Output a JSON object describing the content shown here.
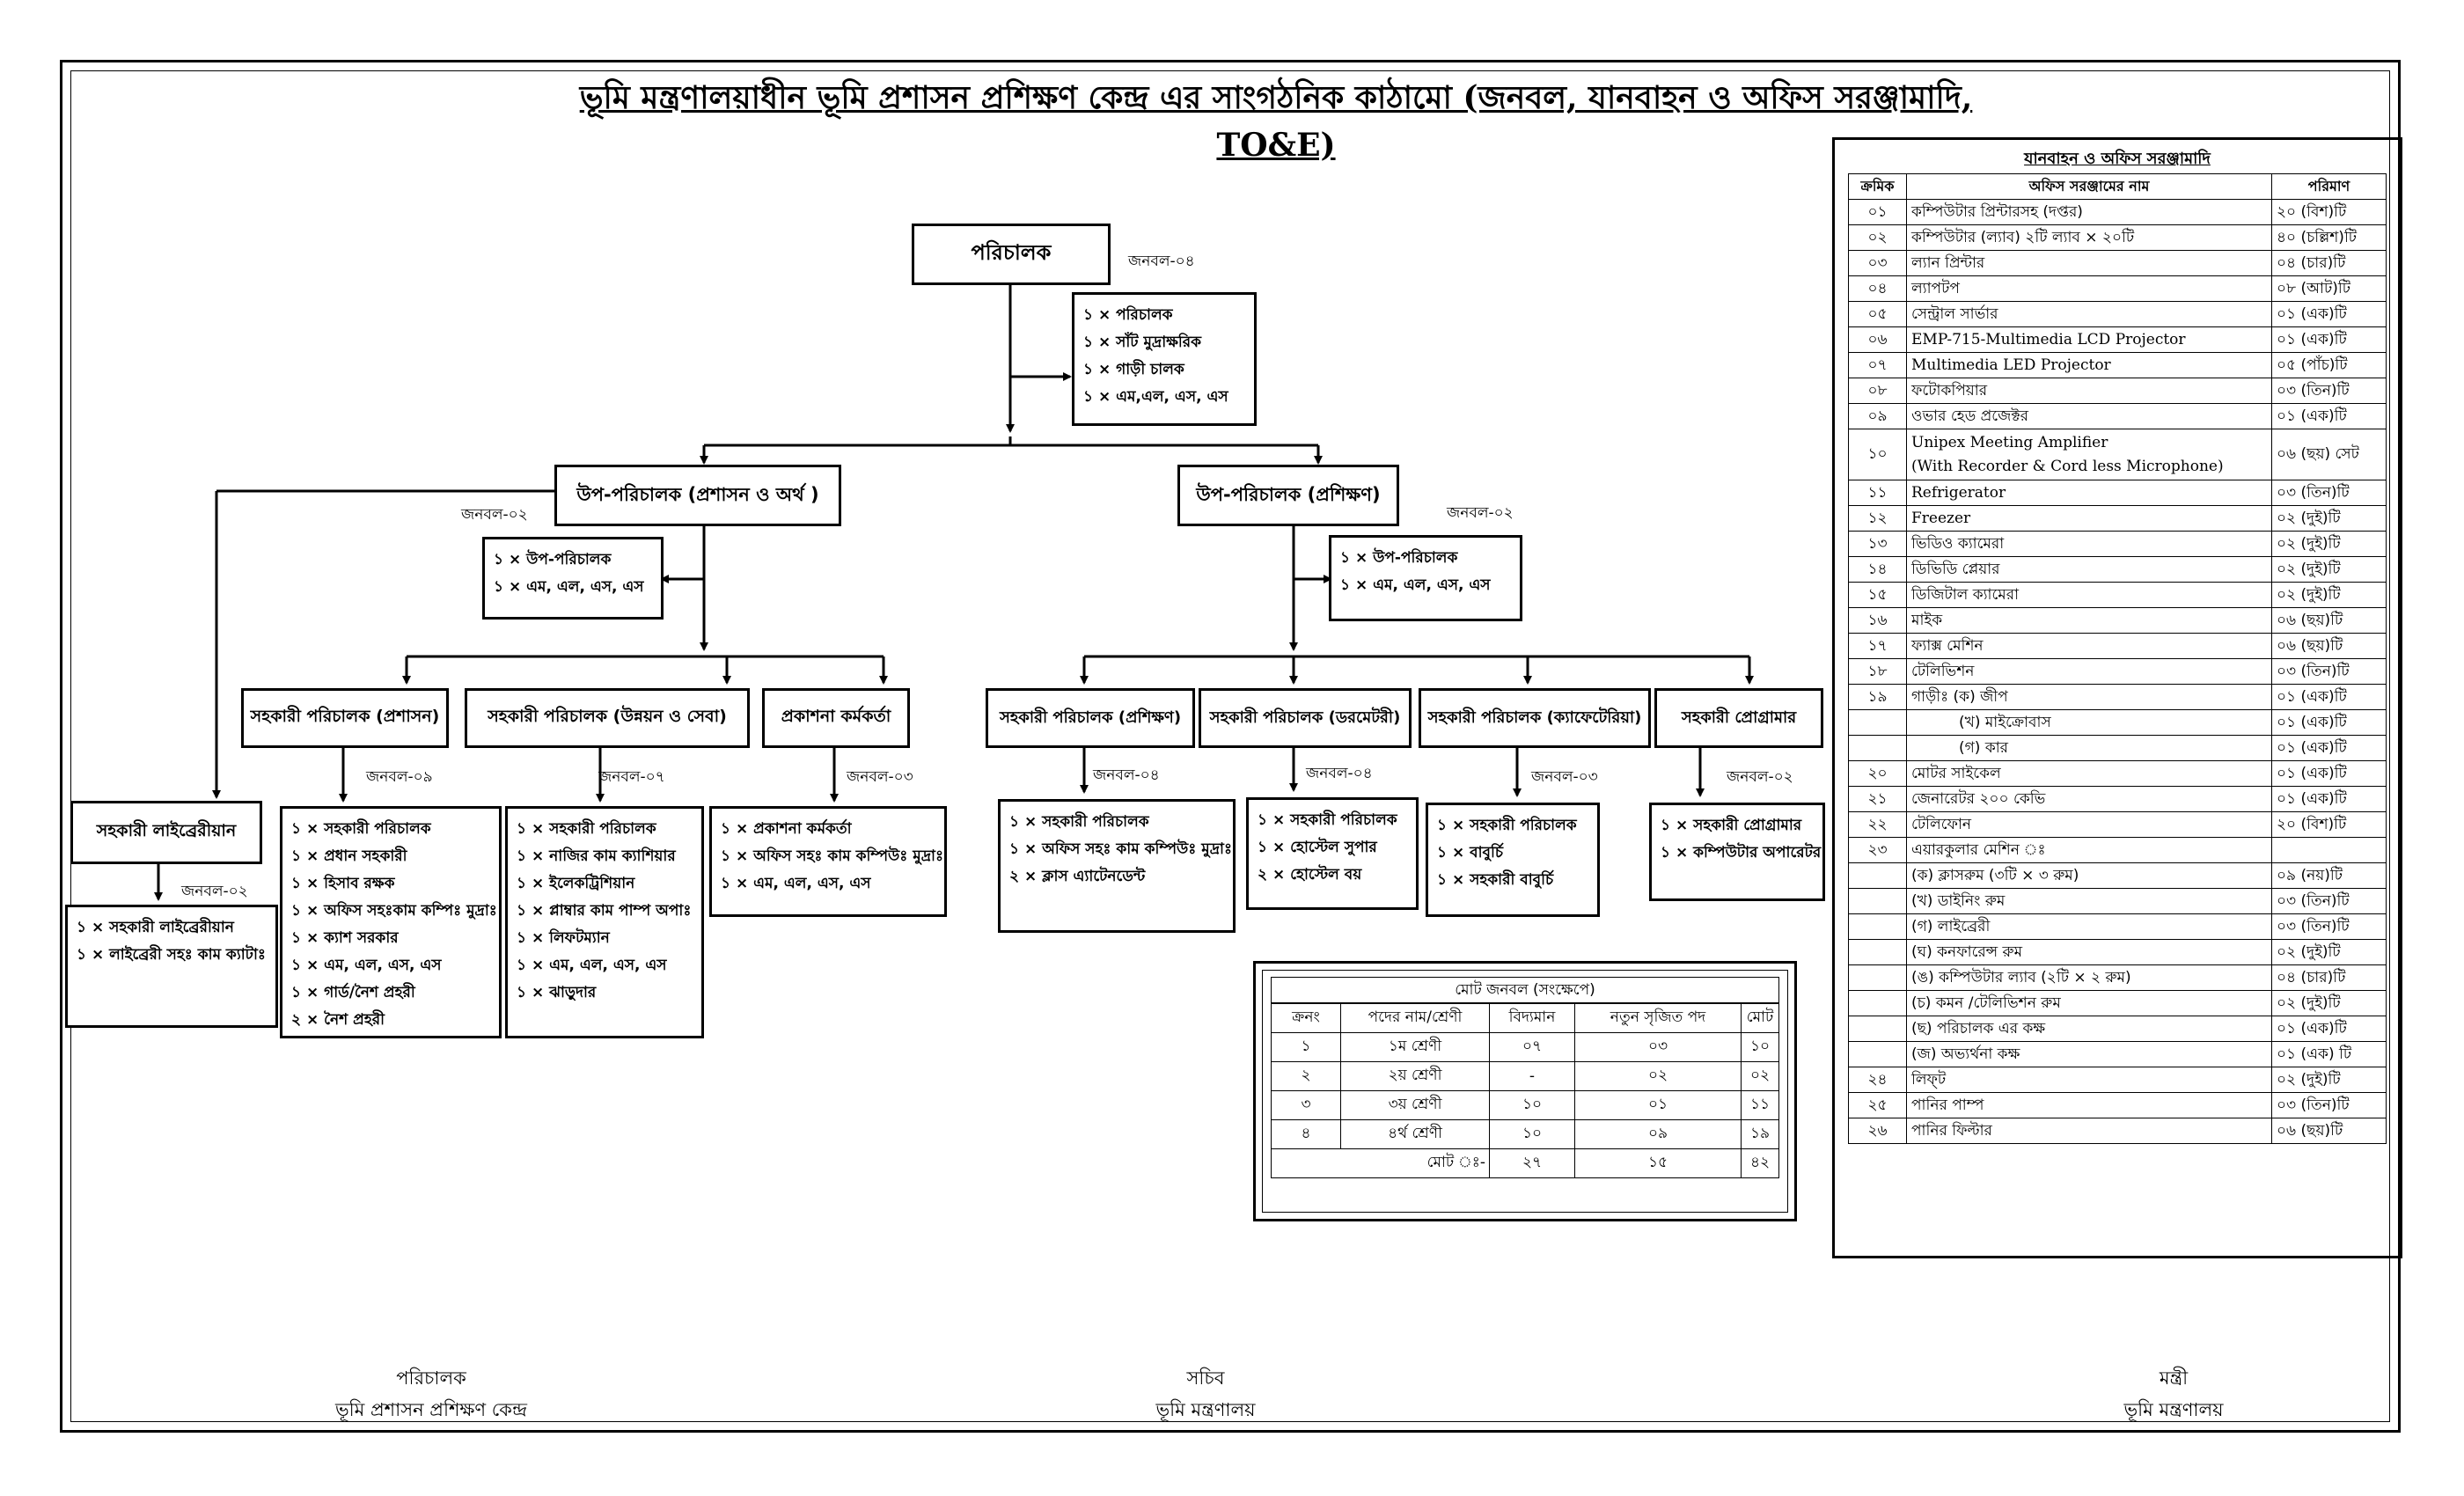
{
  "title": "ভূমি মন্ত্রণালয়াধীন ভূমি প্রশাসন প্রশিক্ষণ কেন্দ্র এর সাংগঠনিক কাঠামো (জনবল, যানবাহন ও অফিস সরঞ্জামাদি, TO&E)",
  "director": {
    "label": "পরিচালক",
    "manpower": "জনবল-০৪",
    "staff": [
      "১ × পরিচালক",
      "১ × সাঁট মুদ্রাক্ষরিক",
      "১ × গাড়ী চালক",
      "১ × এম,এল, এস, এস"
    ]
  },
  "deputy_admin": {
    "label": "উপ-পরিচালক (প্রশাসন ও অর্থ )",
    "manpower": "জনবল-০২",
    "staff": [
      "১ × উপ-পরিচালক",
      "১ × এম, এল, এস, এস"
    ]
  },
  "deputy_training": {
    "label": "উপ-পরিচালক (প্রশিক্ষণ)",
    "manpower": "জনবল-০২",
    "staff": [
      "১ × উপ-পরিচালক",
      "১ × এম, এল, এস, এস"
    ]
  },
  "asst_librarian": {
    "label": "সহকারী লাইব্রেরীয়ান",
    "manpower": "জনবল-০২",
    "staff": [
      "১ × সহকারী লাইব্রেরীয়ান",
      "১ × লাইব্রেরী সহঃ কাম ক্যাটাঃ"
    ]
  },
  "asst_admin": {
    "label": "সহকারী পরিচালক (প্রশাসন)",
    "manpower": "জনবল-০৯",
    "staff": [
      "১ × সহকারী পরিচালক",
      "১ × প্রধান সহকারী",
      "১ × হিসাব রক্ষক",
      "১ × অফিস সহঃকাম কম্পিঃ মুদ্রাঃ",
      "১ × ক্যাশ সরকার",
      "১ × এম, এল, এস, এস",
      "১ × গার্ড/নৈশ প্রহরী",
      "২ × নৈশ প্রহরী"
    ]
  },
  "asst_dev": {
    "label": "সহকারী পরিচালক (উন্নয়ন ও সেবা)",
    "manpower": "জনবল-০৭",
    "staff": [
      "১ × সহকারী পরিচালক",
      "১ × নাজির কাম ক্যাশিয়ার",
      "১ × ইলেকট্রিশিয়ান",
      "১ × প্লাম্বার কাম পাম্প অপাঃ",
      "১ × লিফটম্যান",
      "১ × এম, এল, এস, এস",
      "১ × ঝাড়ুদার"
    ]
  },
  "publication": {
    "label": "প্রকাশনা কর্মকর্তা",
    "manpower": "জনবল-০৩",
    "staff": [
      "১ × প্রকাশনা কর্মকর্তা",
      "১ × অফিস সহঃ কাম কম্পিউঃ মুদ্রাঃ",
      "১ × এম, এল, এস, এস"
    ]
  },
  "asst_training": {
    "label": "সহকারী পরিচালক (প্রশিক্ষণ)",
    "manpower": "জনবল-০৪",
    "staff": [
      "১ × সহকারী পরিচালক",
      "১ × অফিস সহঃ কাম কম্পিউঃ মুদ্রাঃ",
      "২ × ক্লাস এ্যাটেনডেন্ট"
    ]
  },
  "asst_dorm": {
    "label": "সহকারী পরিচালক (ডরমেটরী)",
    "manpower": "জনবল-০৪",
    "staff": [
      "১ × সহকারী পরিচালক",
      "১ × হোস্টেল সুপার",
      "২ × হোস্টেল বয়"
    ]
  },
  "asst_cafe": {
    "label": "সহকারী পরিচালক (ক্যাফেটেরিয়া)",
    "manpower": "জনবল-০৩",
    "staff": [
      "১ × সহকারী পরিচালক",
      "১ × বাবুর্চি",
      "১ × সহকারী বাবুর্চি"
    ]
  },
  "asst_programmer": {
    "label": "সহকারী প্রোগ্রামার",
    "manpower": "জনবল-০২",
    "staff": [
      "১ × সহকারী প্রোগ্রামার",
      "১ × কম্পিউটার অপারেটর"
    ]
  },
  "equipment": {
    "title": "যানবাহন ও অফিস সরঞ্জামাদি",
    "headers": [
      "ক্রমিক",
      "অফিস সরঞ্জামের নাম",
      "পরিমাণ"
    ],
    "rows": [
      {
        "no": "০১",
        "name": "কম্পিউটার প্রিন্টারসহ (দপ্তর)",
        "qty": "২০ (বিশ)টি"
      },
      {
        "no": "০২",
        "name": "কম্পিউটার (ল্যাব) ২টি ল্যাব × ২০টি",
        "qty": "৪০ (চল্লিশ)টি"
      },
      {
        "no": "০৩",
        "name": "ল্যান প্রিন্টার",
        "qty": "০৪ (চার)টি"
      },
      {
        "no": "০৪",
        "name": "ল্যাপটপ",
        "qty": "০৮ (আট)টি"
      },
      {
        "no": "০৫",
        "name": "সেন্ট্রাল সার্ভার",
        "qty": "০১ (এক)টি"
      },
      {
        "no": "০৬",
        "name": "EMP-715-Multimedia LCD Projector",
        "qty": "০১ (এক)টি",
        "serif": true
      },
      {
        "no": "০৭",
        "name": "Multimedia LED Projector",
        "qty": "০৫ (পাঁচ)টি",
        "serif": true
      },
      {
        "no": "০৮",
        "name": "ফটোকপিয়ার",
        "qty": "০৩ (তিন)টি"
      },
      {
        "no": "০৯",
        "name": "ওভার হেড প্রজেক্টর",
        "qty": "০১ (এক)টি"
      },
      {
        "no": "১০",
        "name": "Unipex Meeting Amplifier",
        "name2": "(With Recorder & Cord less Microphone)",
        "qty": "০৬ (ছয়) সেট",
        "serif": true
      },
      {
        "no": "১১",
        "name": "Refrigerator",
        "qty": "০৩ (তিন)টি",
        "serif": true
      },
      {
        "no": "১২",
        "name": "Freezer",
        "qty": "০২ (দুই)টি",
        "serif": true
      },
      {
        "no": "১৩",
        "name": "ভিডিও ক্যামেরা",
        "qty": "০২ (দুই)টি"
      },
      {
        "no": "১৪",
        "name": "ডিভিডি প্লেয়ার",
        "qty": "০২ (দুই)টি"
      },
      {
        "no": "১৫",
        "name": "ডিজিটাল ক্যামেরা",
        "qty": "০২ (দুই)টি"
      },
      {
        "no": "১৬",
        "name": "মাইক",
        "qty": "০৬ (ছয়)টি"
      },
      {
        "no": "১৭",
        "name": "ফ্যাক্স মেশিন",
        "qty": "০৬ (ছয়)টি"
      },
      {
        "no": "১৮",
        "name": "টেলিভিশন",
        "qty": "০৩ (তিন)টি"
      },
      {
        "no": "১৯",
        "name": "গাড়ীঃ (ক) জীপ",
        "qty": "০১ (এক)টি"
      },
      {
        "no": "",
        "name": "          (খ) মাইক্রোবাস",
        "qty": "০১ (এক)টি"
      },
      {
        "no": "",
        "name": "          (গ) কার",
        "qty": "০১ (এক)টি"
      },
      {
        "no": "২০",
        "name": "মোটর সাইকেল",
        "qty": "০১ (এক)টি"
      },
      {
        "no": "২১",
        "name": "জেনারেটর ২০০ কেভি",
        "qty": "০১ (এক)টি"
      },
      {
        "no": "২২",
        "name": "টেলিফোন",
        "qty": "২০ (বিশ)টি"
      },
      {
        "no": "২৩",
        "name": "এয়ারকুলার মেশিন ঃ",
        "qty": ""
      },
      {
        "no": "",
        "name": "(ক) ক্লাসরুম (৩টি × ৩ রুম)",
        "qty": "০৯ (নয়)টি"
      },
      {
        "no": "",
        "name": "(খ) ডাইনিং রুম",
        "qty": "০৩ (তিন)টি"
      },
      {
        "no": "",
        "name": "(গ) লাইব্রেরী",
        "qty": "০৩ (তিন)টি"
      },
      {
        "no": "",
        "name": "(ঘ) কনফারেন্স রুম",
        "qty": "০২ (দুই)টি"
      },
      {
        "no": "",
        "name": "(ঙ) কম্পিউটার ল্যাব (২টি × ২ রুম)",
        "qty": "০৪ (চার)টি"
      },
      {
        "no": "",
        "name": "(চ) কমন /টেলিভিশন রুম",
        "qty": "০২ (দুই)টি"
      },
      {
        "no": "",
        "name": "(ছ) পরিচালক এর কক্ষ",
        "qty": "০১ (এক)টি"
      },
      {
        "no": "",
        "name": "(জ) অভ্যর্থনা কক্ষ",
        "qty": "০১ (এক) টি"
      },
      {
        "no": "২৪",
        "name": "লিফ্‌ট",
        "qty": "০২ (দুই)টি"
      },
      {
        "no": "২৫",
        "name": "পানির পাম্প",
        "qty": "০৩ (তিন)টি"
      },
      {
        "no": "২৬",
        "name": "পানির ফিল্টার",
        "qty": "০৬ (ছয়)টি"
      }
    ]
  },
  "summary": {
    "title": "মোট জনবল (সংক্ষেপে)",
    "headers": [
      "ক্রনং",
      "পদের নাম/শ্রেণী",
      "বিদ্যমান",
      "নতুন সৃজিত পদ",
      "মোট"
    ],
    "rows": [
      [
        "১",
        "১ম শ্রেণী",
        "০৭",
        "০৩",
        "১০"
      ],
      [
        "২",
        "২য় শ্রেণী",
        "-",
        "০২",
        "০২"
      ],
      [
        "৩",
        "৩য় শ্রেণী",
        "১০",
        "০১",
        "১১"
      ],
      [
        "৪",
        "৪র্থ শ্রেণী",
        "১০",
        "০৯",
        "১৯"
      ]
    ],
    "total_label": "মোট ঃ-",
    "total": [
      "২৭",
      "১৫",
      "৪২"
    ]
  },
  "signatures": [
    {
      "role": "পরিচালক",
      "org": "ভূমি প্রশাসন প্রশিক্ষণ কেন্দ্র"
    },
    {
      "role": "সচিব",
      "org": "ভূমি মন্ত্রণালয়"
    },
    {
      "role": "মন্ত্রী",
      "org": "ভূমি মন্ত্রণালয়"
    }
  ]
}
